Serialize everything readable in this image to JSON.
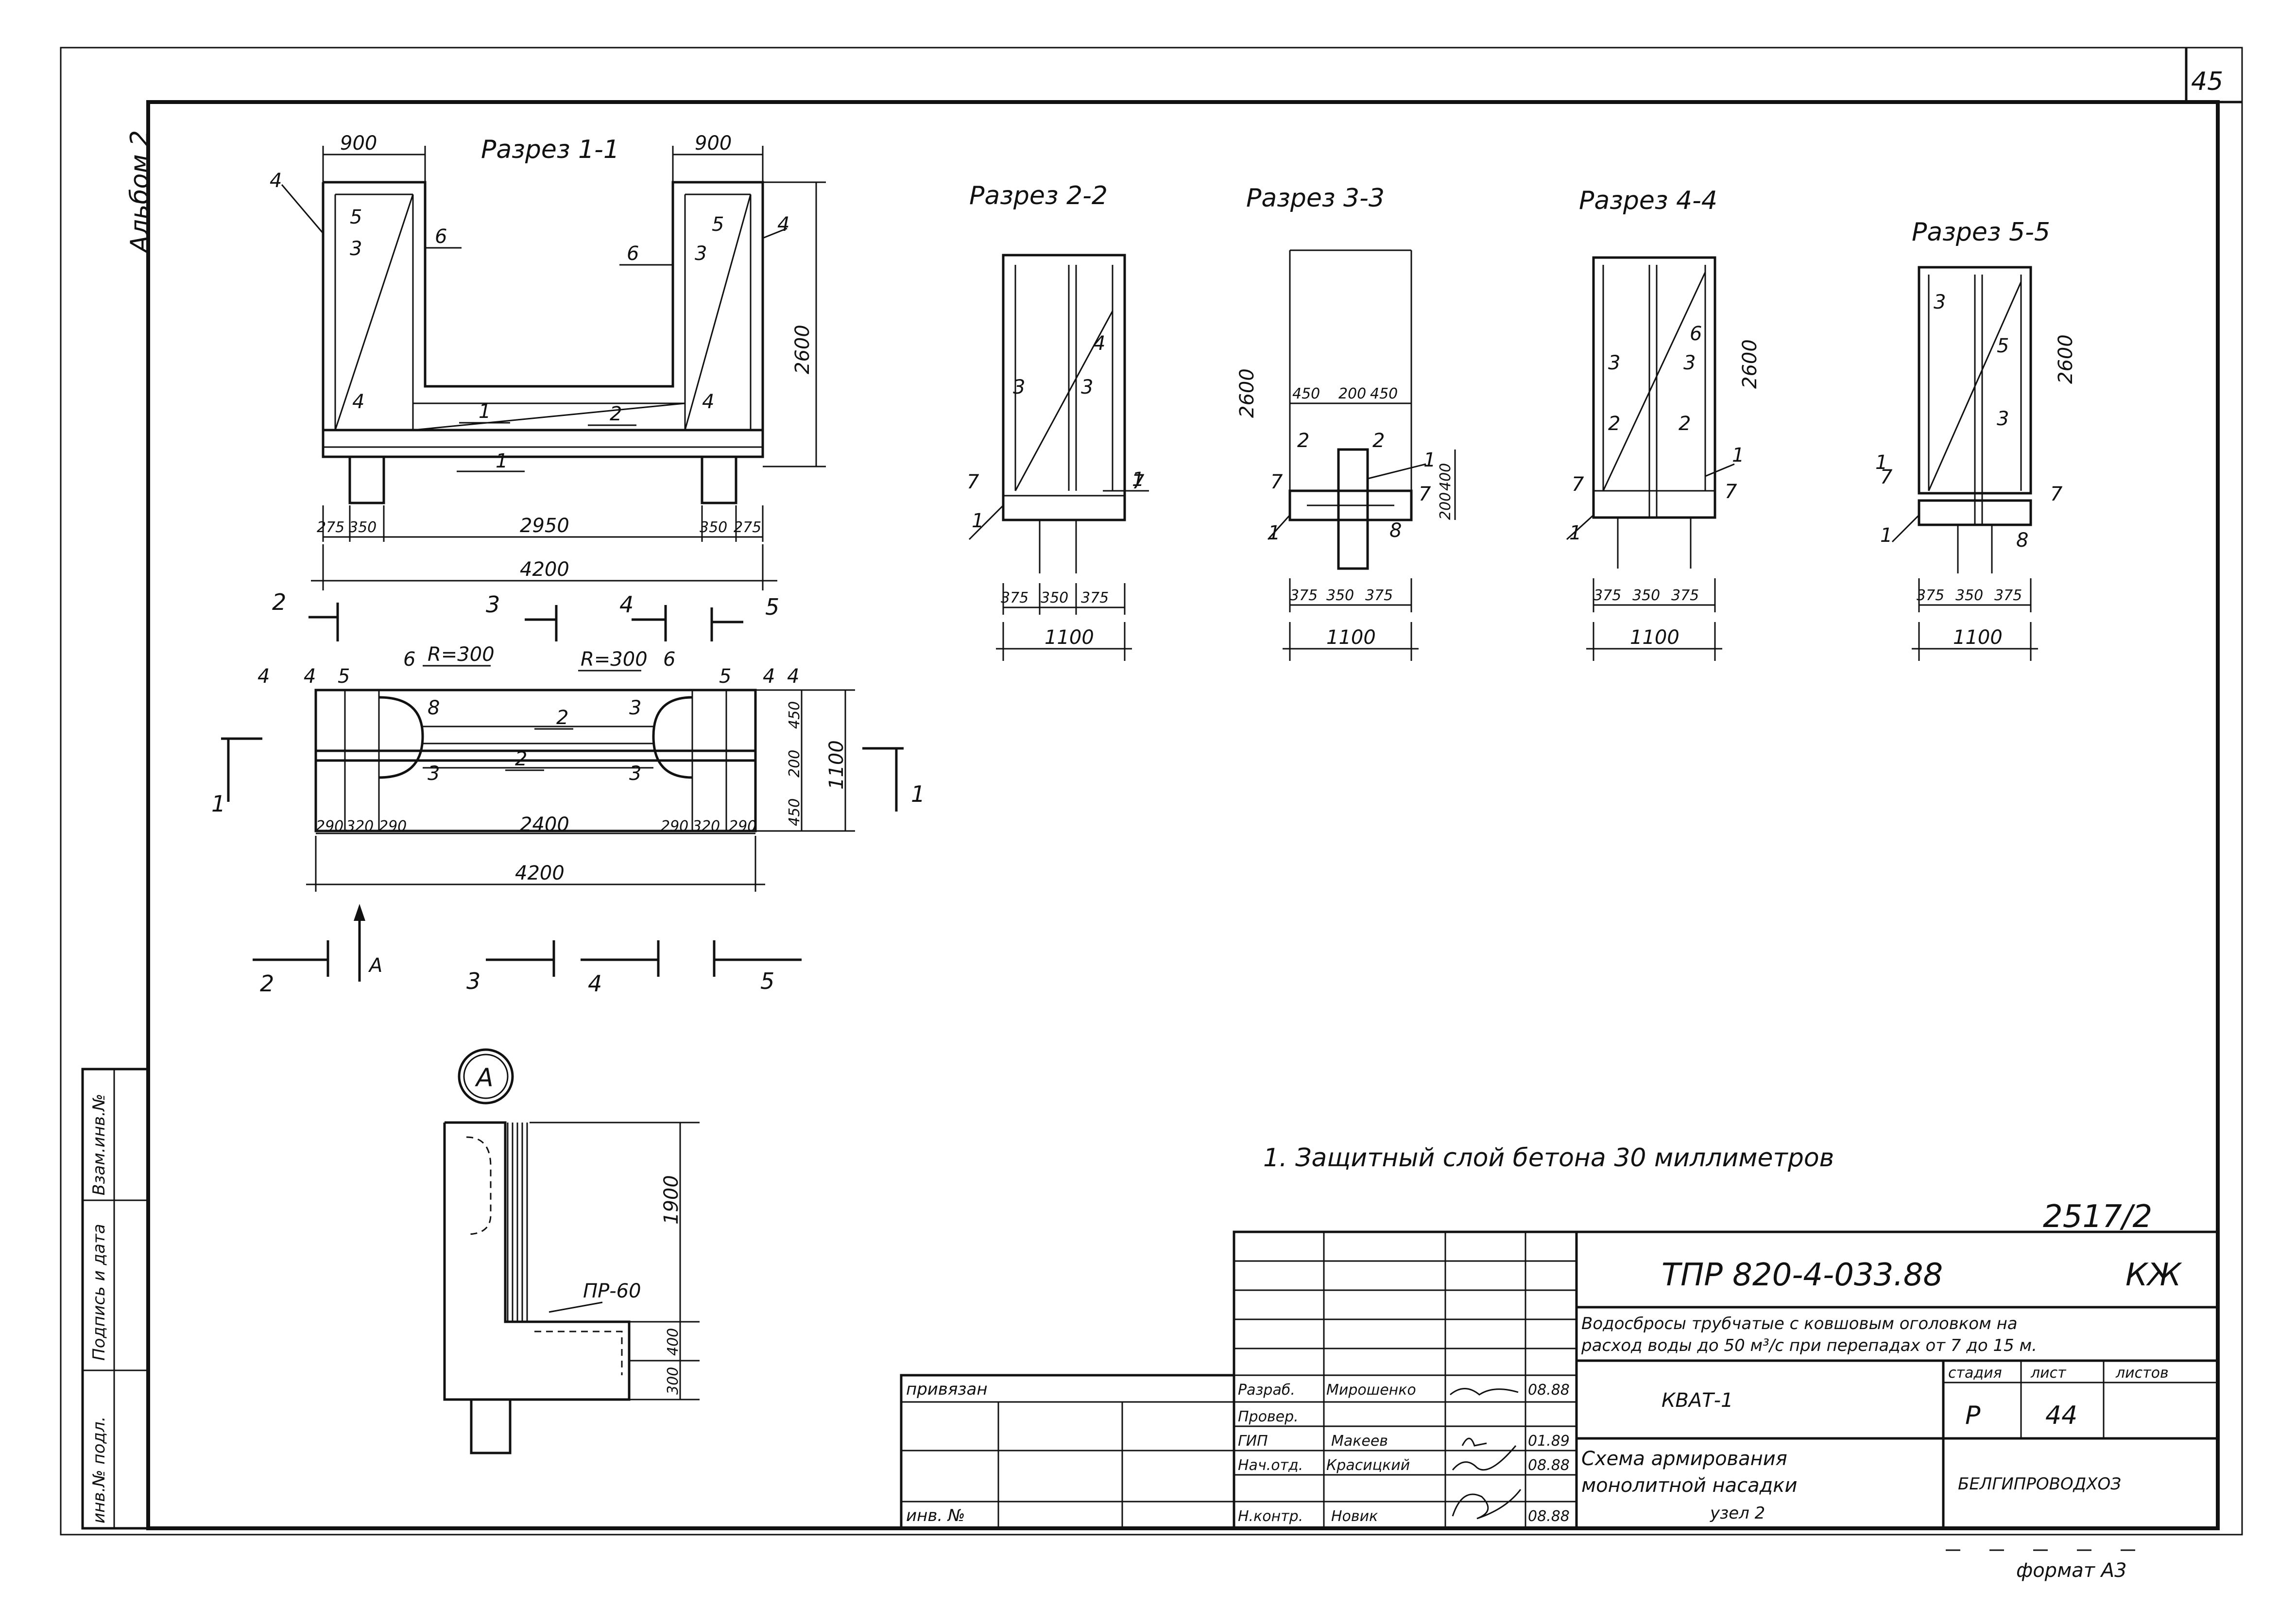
{
  "sheet": {
    "album": "Альбом 2",
    "page_number": "45",
    "order_no": "2517/2",
    "format": "формат A3"
  },
  "side_stamp": {
    "inv_no": "инв.№ подл.",
    "sign_date": "Подпись и дата",
    "replace_inv": "Взам.инв.№"
  },
  "sections": {
    "s11": {
      "title": "Разрез 1-1",
      "dims_top": [
        "900",
        "900"
      ],
      "dim_height": "2600",
      "dims_bottom": [
        "275",
        "350",
        "2950",
        "350",
        "275"
      ],
      "dim_total": "4200",
      "marks": [
        "4",
        "5",
        "3",
        "6",
        "6",
        "3",
        "5",
        "4",
        "4",
        "1",
        "2",
        "4",
        "1"
      ]
    },
    "s22": {
      "title": "Разрез 2-2",
      "marks": [
        "4",
        "3",
        "3",
        "1",
        "7",
        "7",
        "1"
      ],
      "dims": [
        "375",
        "350",
        "375"
      ],
      "total": "1100"
    },
    "s33": {
      "title": "Разрез 3-3",
      "height": "2600",
      "dims_top": [
        "450",
        "200",
        "450"
      ],
      "side_dims": [
        "400",
        "200"
      ],
      "marks": [
        "2",
        "2",
        "1",
        "7",
        "7",
        "1",
        "8"
      ],
      "dims": [
        "375",
        "350",
        "375"
      ],
      "total": "1100"
    },
    "s44": {
      "title": "Разрез 4-4",
      "height": "2600",
      "marks": [
        "6",
        "3",
        "3",
        "2",
        "2",
        "1",
        "7",
        "7",
        "1"
      ],
      "dims": [
        "375",
        "350",
        "375"
      ],
      "total": "1100"
    },
    "s55": {
      "title": "Разрез 5-5",
      "height": "2600",
      "marks": [
        "3",
        "5",
        "3",
        "1",
        "7",
        "7",
        "1",
        "8"
      ],
      "dims": [
        "375",
        "350",
        "375"
      ],
      "total": "1100"
    }
  },
  "plan": {
    "cut_labels": [
      "2",
      "3",
      "4",
      "5",
      "1",
      "1",
      "2",
      "3",
      "4",
      "5"
    ],
    "view_label": "А",
    "radius_labels": [
      "R=300",
      "R=300"
    ],
    "marks": [
      "4",
      "4",
      "5",
      "6",
      "8",
      "2",
      "2",
      "3",
      "6",
      "5",
      "4",
      "4",
      "3",
      "3"
    ],
    "dims_bottom": [
      "290",
      "320",
      "290",
      "2400",
      "290",
      "320",
      "290"
    ],
    "dim_total": "4200",
    "dims_right": [
      "450",
      "200",
      "450"
    ],
    "dim_right_total": "1100"
  },
  "detail": {
    "label": "А",
    "dim_height": "1900",
    "dims_small": [
      "400",
      "300"
    ],
    "note": "ПР-60"
  },
  "note": "1. Защитный слой бетона 30 миллиметров",
  "title_block": {
    "doc_code": "ТПР 820-4-033.88",
    "mark": "КЖ",
    "description_1": "Водосбросы трубчатые с ковшовым оголовком на",
    "description_2": "расход воды до 50 м³/с при перепадах от 7 до 15 м.",
    "unit": "КВАТ-1",
    "drawing_title_1": "Схема армирования",
    "drawing_title_2": "монолитной насадки",
    "drawing_title_3": "узел 2",
    "stage_label": "стадия",
    "sheet_label": "лист",
    "sheets_label": "листов",
    "stage": "Р",
    "sheet": "44",
    "org": "БЕЛГИПРОВОДХОЗ",
    "bound": "привязан",
    "inv": "инв. №",
    "roles": [
      "Разраб.",
      "Провер.",
      "ГИП",
      "Нач.отд.",
      "Н.контр."
    ],
    "names": [
      "Мирошенко",
      "",
      "Макеев",
      "Красицкий",
      "Новик"
    ],
    "dates": [
      "08.88",
      "",
      "01.89",
      "08.88",
      "08.88"
    ]
  }
}
